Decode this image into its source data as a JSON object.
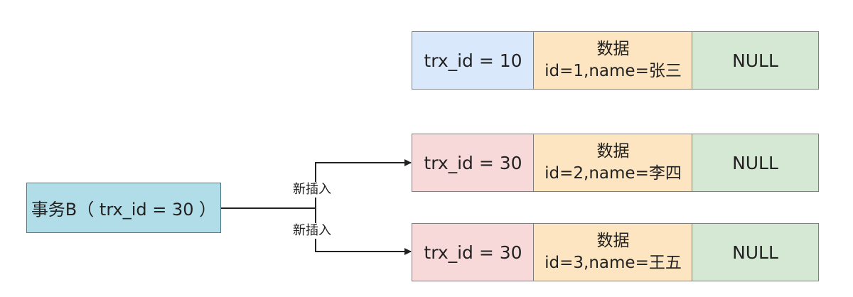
{
  "records": [
    {
      "trx": "trx_id = 10",
      "data_title": "数据",
      "data_value": "id=1,name=张三",
      "roll_pointer": "NULL",
      "trx_color": "#dae8fc"
    },
    {
      "trx": "trx_id = 30",
      "data_title": "数据",
      "data_value": "id=2,name=李四",
      "roll_pointer": "NULL",
      "trx_color": "#f8d9d9"
    },
    {
      "trx": "trx_id = 30",
      "data_title": "数据",
      "data_value": "id=3,name=王五",
      "roll_pointer": "NULL",
      "trx_color": "#f8d9d9"
    }
  ],
  "transaction": {
    "label": "事务B（ trx_id = 30 ）",
    "color": "#b1dde8"
  },
  "edges": [
    {
      "label": "新插入",
      "target": "record 2"
    },
    {
      "label": "新插入",
      "target": "record 3"
    }
  ],
  "colors": {
    "data": "#fce5c0",
    "null": "#d5e8d4",
    "border": "#7f7f7f"
  }
}
